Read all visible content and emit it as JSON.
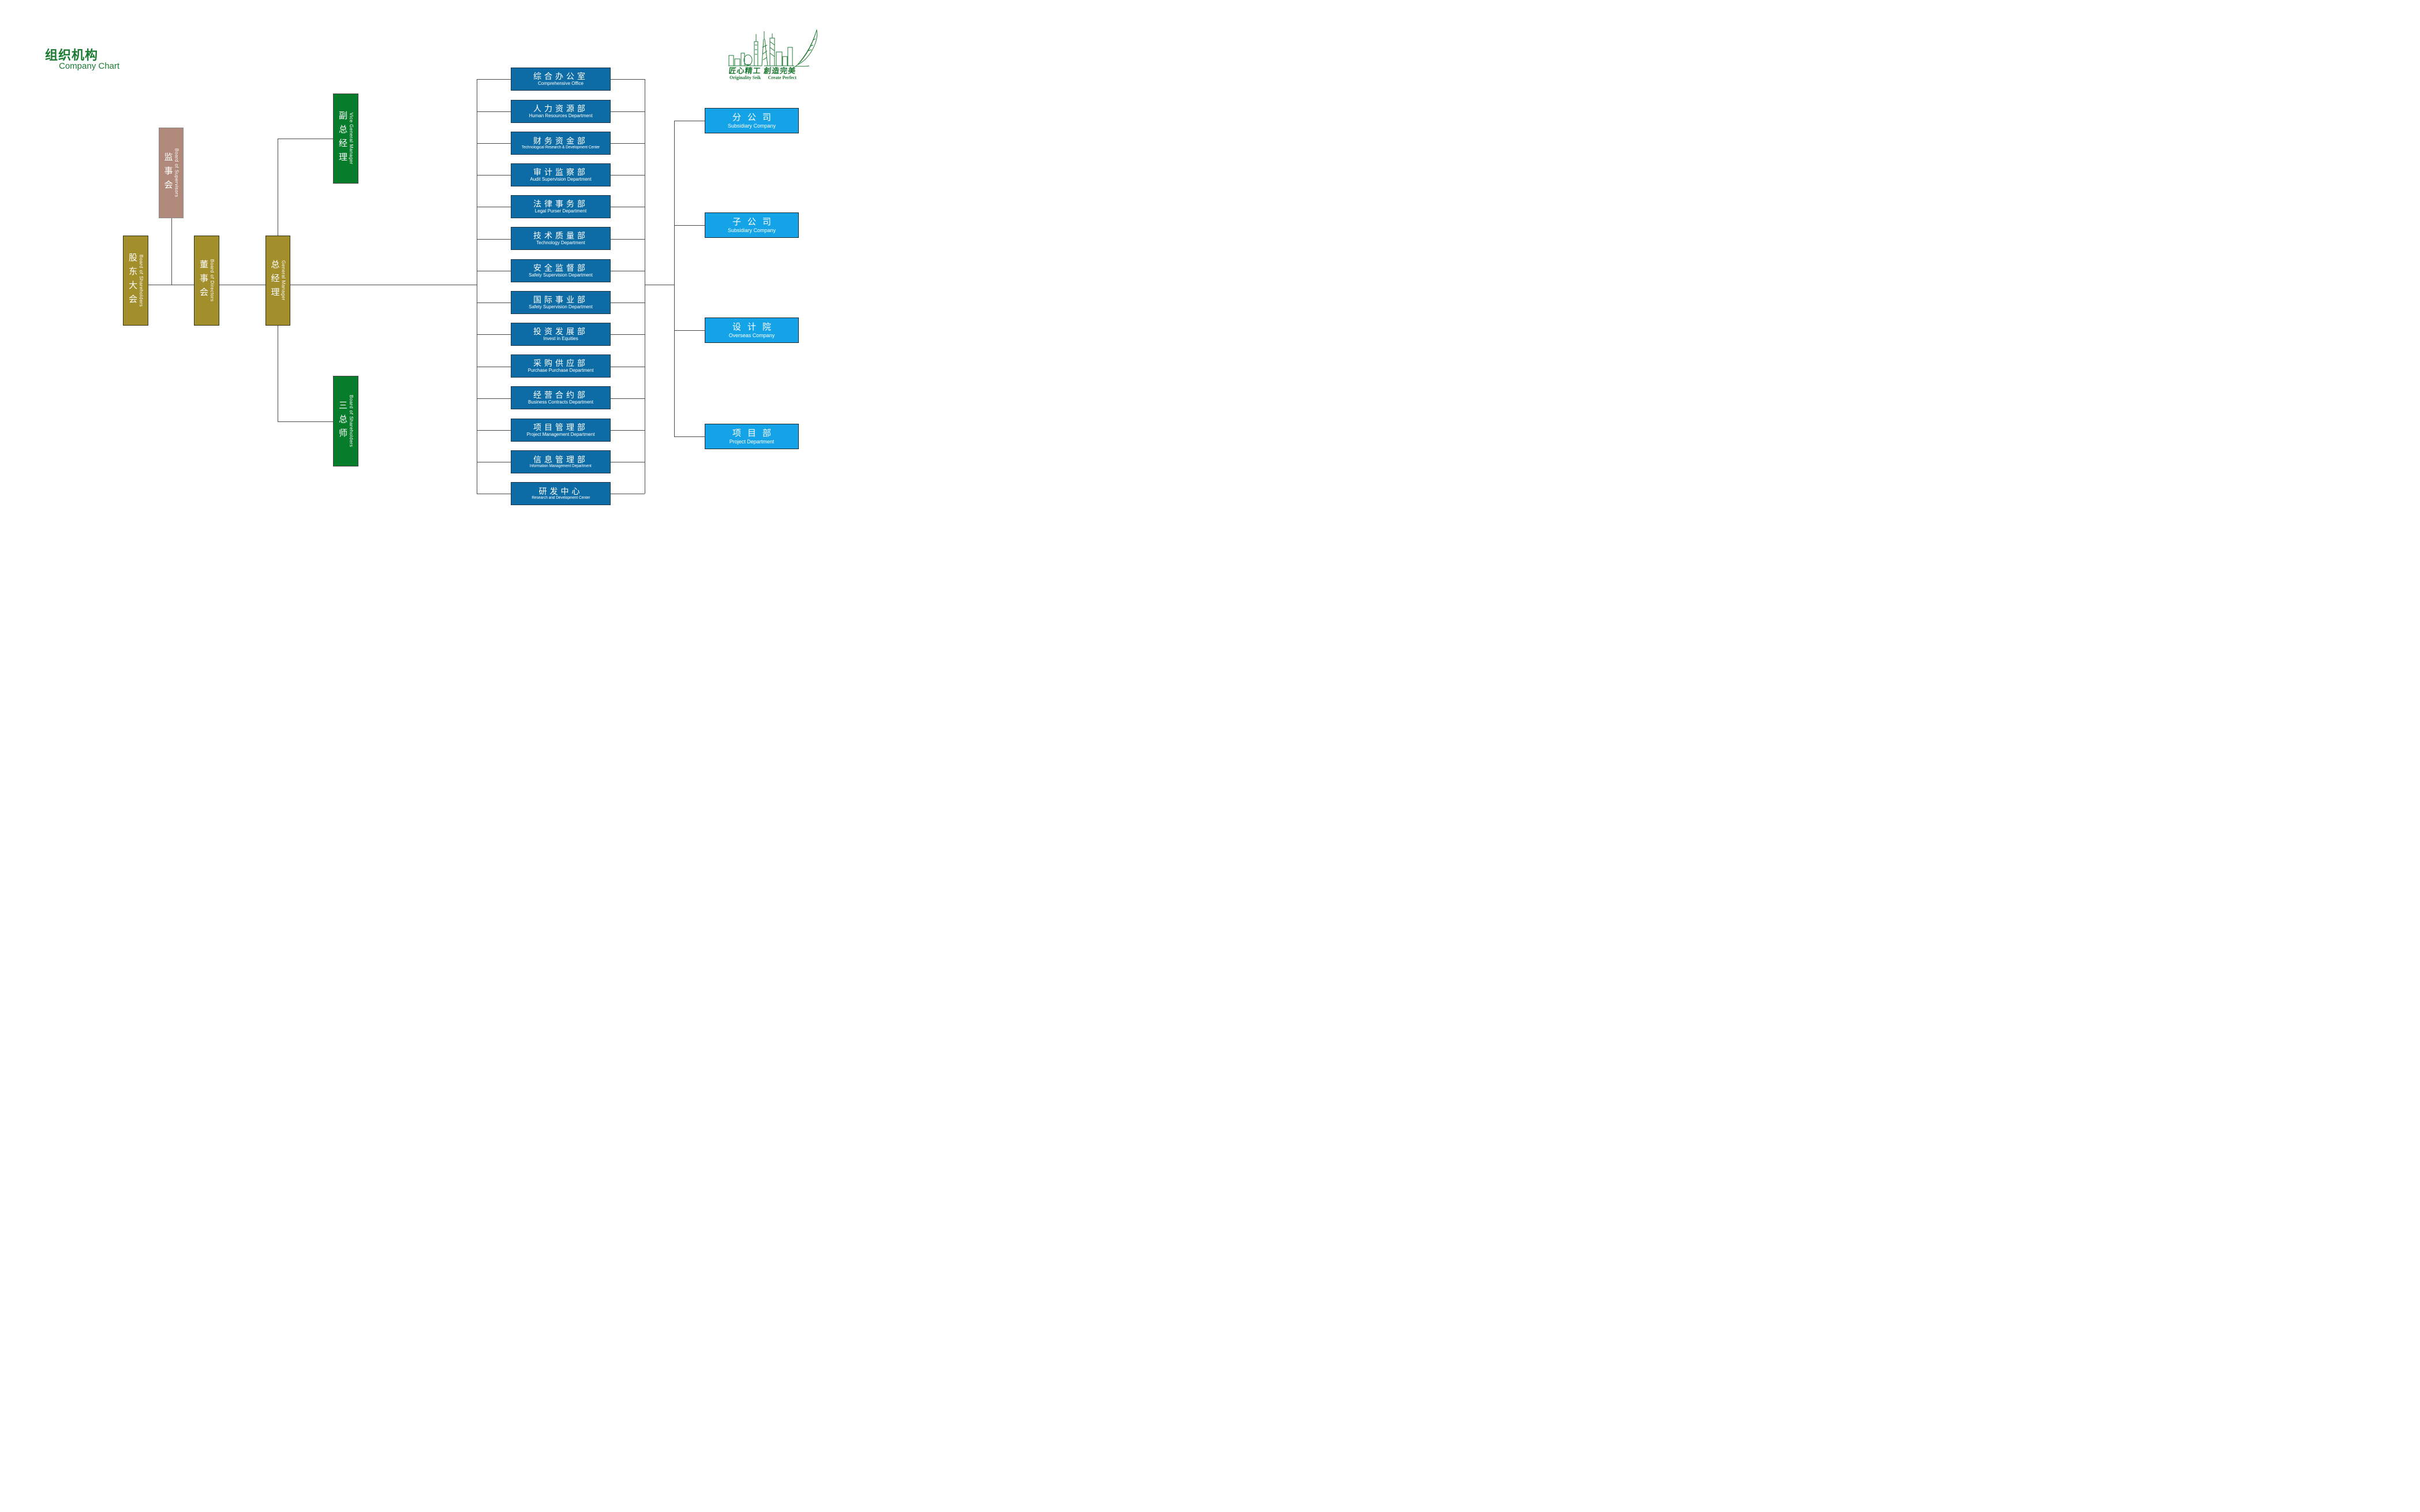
{
  "page": {
    "title_zh": "组织机构",
    "title_en": "Company Chart"
  },
  "logo": {
    "slogan_zh": "匠心精工 創造完美",
    "slogan_en_left": "Originality Seik",
    "slogan_en_right": "Create Perfect"
  },
  "governance": [
    {
      "zh": "监事会",
      "en": "Board of Supervisors"
    },
    {
      "zh": "股东大会",
      "en": "Board of Shareholders"
    },
    {
      "zh": "董事会",
      "en": "Board of Directors"
    },
    {
      "zh": "总经理",
      "en": "General Manager"
    },
    {
      "zh": "副总经理",
      "en": "Vice General Manager"
    },
    {
      "zh": "三总师",
      "en": "Board of Shareholders"
    }
  ],
  "departments": [
    {
      "zh": "综合办公室",
      "en": "Comprehensive Office"
    },
    {
      "zh": "人力资源部",
      "en": "Human Resources Department"
    },
    {
      "zh": "财务资金部",
      "en": "Technological Research & Development Center"
    },
    {
      "zh": "审计监察部",
      "en": "Audit Supervision Department"
    },
    {
      "zh": "法律事务部",
      "en": "Legal Purser Department"
    },
    {
      "zh": "技术质量部",
      "en": "Technology Department"
    },
    {
      "zh": "安全监督部",
      "en": "Safety Supervision Department"
    },
    {
      "zh": "国际事业部",
      "en": "Safety Supervision Department"
    },
    {
      "zh": "投资发展部",
      "en": "Invest in Equities"
    },
    {
      "zh": "采购供应部",
      "en": "Purchase Purchase Department"
    },
    {
      "zh": "经营合约部",
      "en": "Business Contracts Department"
    },
    {
      "zh": "项目管理部",
      "en": "Project Management Department"
    },
    {
      "zh": "信息管理部",
      "en": "Information Management Department"
    },
    {
      "zh": "研发中心",
      "en": "Research and Development Center"
    }
  ],
  "subsidiaries": [
    {
      "zh": "分公司",
      "en": "Subsidiary Company"
    },
    {
      "zh": "子公司",
      "en": "Subsidiary Company"
    },
    {
      "zh": "设计院",
      "en": "Overseas Company"
    },
    {
      "zh": "项目部",
      "en": "Project Department"
    }
  ],
  "colors": {
    "title_green": "#1a7b31",
    "logo_green": "#1f7a33",
    "supervisors_fill": "#b1897b",
    "governance_fill": "#a28e2a",
    "executive_green": "#077d2c",
    "department_blue": "#0d6ca5",
    "subsidiary_blue": "#14a3e6",
    "line_gray": "#4a4a4a"
  }
}
